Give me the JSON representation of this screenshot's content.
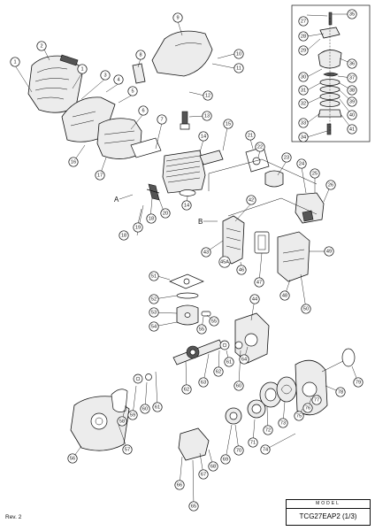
{
  "revision": "Rev. 2",
  "model_header": "MODEL",
  "model_value": "TCG27EAP2 (1/3)",
  "group_labels": {
    "a": "A",
    "b": "B"
  },
  "callouts": [
    "1",
    "2",
    "1",
    "3",
    "4",
    "5",
    "6",
    "7",
    "8",
    "9",
    "10",
    "11",
    "12",
    "13",
    "14",
    "15",
    "16",
    "17",
    "18",
    "19",
    "18",
    "20",
    "14",
    "21",
    "22",
    "23",
    "24",
    "25",
    "26",
    "27",
    "28",
    "29",
    "30",
    "31",
    "32",
    "33",
    "34",
    "35",
    "36",
    "37",
    "38",
    "39",
    "40",
    "41",
    "42",
    "43",
    "45A",
    "46",
    "47",
    "48",
    "49",
    "44",
    "50",
    "51",
    "52",
    "53",
    "54",
    "55",
    "55",
    "56",
    "57",
    "58",
    "59",
    "60",
    "61",
    "62",
    "63",
    "62",
    "61",
    "60",
    "64",
    "65",
    "66",
    "67",
    "68",
    "69",
    "70",
    "71",
    "72",
    "73",
    "74",
    "75",
    "76",
    "77",
    "78",
    "79"
  ]
}
